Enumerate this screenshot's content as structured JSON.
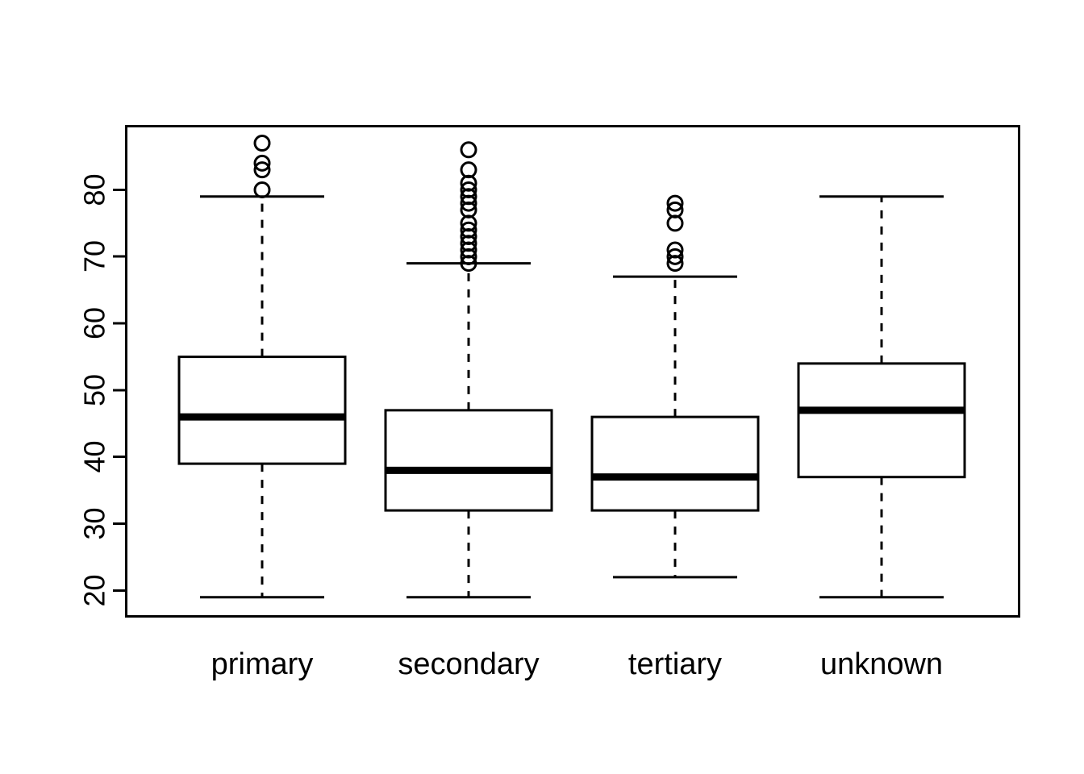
{
  "chart_data": {
    "type": "boxplot",
    "title": "",
    "xlabel": "",
    "ylabel": "",
    "categories": [
      "primary",
      "secondary",
      "tertiary",
      "unknown"
    ],
    "ylim": [
      18,
      88
    ],
    "yticks": [
      20,
      30,
      40,
      50,
      60,
      70,
      80
    ],
    "ytick_labels": [
      "20",
      "30",
      "40",
      "50",
      "60",
      "70",
      "80"
    ],
    "grid": false,
    "legend": "none",
    "box_fill": "#ffffff",
    "box_stroke": "#000000",
    "median_color": "#000000",
    "whisker_style": "dashed",
    "outlier_marker": "open-circle",
    "boxes": [
      {
        "category": "primary",
        "q1": 39,
        "median": 46,
        "q3": 55,
        "whisker_low": 19,
        "whisker_high": 79,
        "outliers": [
          80,
          83,
          84,
          87
        ]
      },
      {
        "category": "secondary",
        "q1": 32,
        "median": 38,
        "q3": 47,
        "whisker_low": 19,
        "whisker_high": 69,
        "outliers": [
          69,
          70,
          71,
          72,
          73,
          74,
          75,
          77,
          78,
          79,
          80,
          81,
          83,
          86
        ]
      },
      {
        "category": "tertiary",
        "q1": 32,
        "median": 37,
        "q3": 46,
        "whisker_low": 22,
        "whisker_high": 67,
        "outliers": [
          69,
          70,
          71,
          75,
          77,
          78
        ]
      },
      {
        "category": "unknown",
        "q1": 37,
        "median": 47,
        "q3": 54,
        "whisker_low": 19,
        "whisker_high": 79,
        "outliers": []
      }
    ]
  },
  "axis": {
    "y_tick_texts": [
      "80",
      "70",
      "60",
      "50",
      "40",
      "30",
      "20"
    ]
  },
  "labels": {
    "cat0": "primary",
    "cat1": "secondary",
    "cat2": "tertiary",
    "cat3": "unknown"
  }
}
